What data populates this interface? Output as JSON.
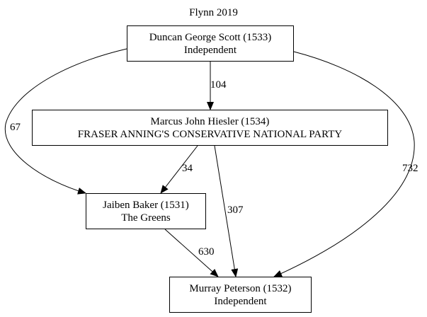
{
  "title": "Flynn 2019",
  "nodes": {
    "scott": {
      "name": "Duncan George Scott (1533)",
      "party": "Independent"
    },
    "hiesler": {
      "name": "Marcus John Hiesler (1534)",
      "party": "FRASER ANNING'S CONSERVATIVE NATIONAL PARTY"
    },
    "baker": {
      "name": "Jaiben Baker (1531)",
      "party": "The Greens"
    },
    "peterson": {
      "name": "Murray Peterson (1532)",
      "party": "Independent"
    }
  },
  "edges": [
    {
      "id": "scott-hiesler",
      "from": "scott",
      "to": "hiesler",
      "label": "104"
    },
    {
      "id": "scott-baker",
      "from": "scott",
      "to": "baker",
      "label": "67"
    },
    {
      "id": "scott-peterson",
      "from": "scott",
      "to": "peterson",
      "label": "732"
    },
    {
      "id": "hiesler-baker",
      "from": "hiesler",
      "to": "baker",
      "label": "34"
    },
    {
      "id": "hiesler-peterson",
      "from": "hiesler",
      "to": "peterson",
      "label": "307"
    },
    {
      "id": "baker-peterson",
      "from": "baker",
      "to": "peterson",
      "label": "630"
    }
  ]
}
